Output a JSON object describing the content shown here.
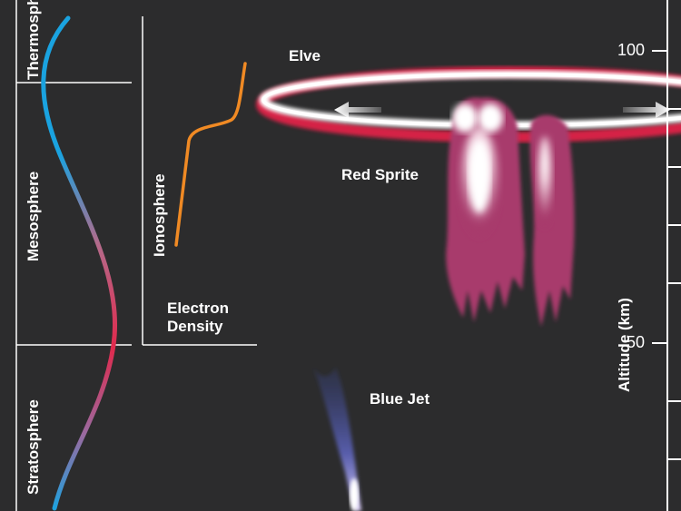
{
  "layers": [
    {
      "name": "Thermosphere"
    },
    {
      "name": "Mesosphere"
    },
    {
      "name": "Stratosphere"
    }
  ],
  "ionosphere_label": "Ionosphere",
  "electron_density_label": [
    "Electron",
    "Density"
  ],
  "phenomena": {
    "elve": "Elve",
    "red_sprite": "Red Sprite",
    "blue_jet": "Blue Jet"
  },
  "axis": {
    "label": "Altitude (km)",
    "ticks": [
      {
        "value": 100,
        "label": "100"
      },
      {
        "value": 50,
        "label": "50"
      }
    ]
  },
  "colors": {
    "background": "#2c2c2d",
    "temperature_cold": "#1aa3e0",
    "temperature_warm": "#e02a4d",
    "electron_density": "#f08a24",
    "elve": "#e8204a",
    "sprite": "#a83a6c",
    "blue_jet": "#6a72e0"
  }
}
